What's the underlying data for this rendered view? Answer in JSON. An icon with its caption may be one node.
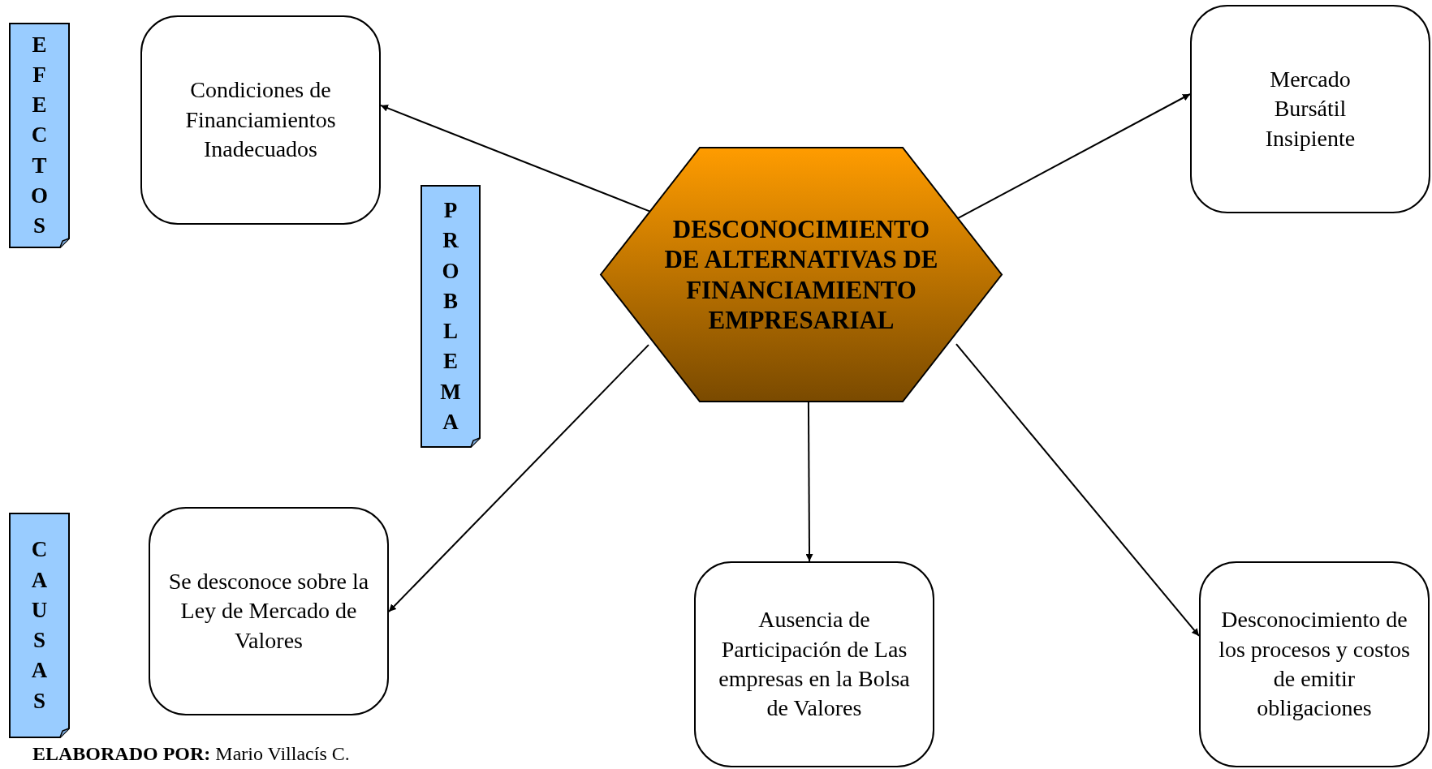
{
  "diagram": {
    "nodes": [
      {
        "text": [
          "EFECTOS"
        ]
      },
      {
        "text": [
          "Condiciones de Financiamientos Inadecuados"
        ]
      },
      {
        "text": [
          "Mercado Bursátil Insipiente"
        ]
      },
      {
        "text": [
          "PROBLEMA"
        ]
      },
      {
        "text": [
          "DESCONOCIMIENTO DE ALTERNATIVAS DE FINANCIAMIENTO EMPRESARIAL"
        ]
      },
      {
        "text": [
          "CAUSAS"
        ]
      },
      {
        "text": [
          "Se desconoce sobre la Ley de Mercado de Valores"
        ]
      },
      {
        "text": [
          "Ausencia de Participación de Las empresas en la Bolsa de Valores"
        ]
      },
      {
        "text": [
          "Desconocimiento de los procesos y costos de emitir obligaciones"
        ]
      }
    ],
    "edges": [
      {
        "from": 4,
        "to": 1,
        "arrow": "to"
      },
      {
        "from": 4,
        "to": 2,
        "arrow": "to"
      },
      {
        "from": 4,
        "to": 6,
        "arrow": "to"
      },
      {
        "from": 4,
        "to": 7,
        "arrow": "to"
      },
      {
        "from": 4,
        "to": 8,
        "arrow": "to"
      }
    ],
    "labels": [
      "**ELABORADO POR:** Mario Villacís C."
    ]
  }
}
